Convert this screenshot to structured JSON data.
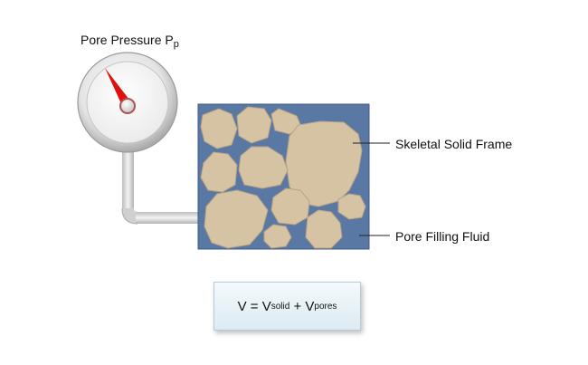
{
  "gauge": {
    "title_main": "Pore Pressure P",
    "title_sub": "p"
  },
  "labels": {
    "solid": "Skeletal Solid Frame",
    "fluid": "Pore Filling Fluid"
  },
  "formula": {
    "lhs": "V = V",
    "solid_sub": "solid",
    "plus": " + V",
    "pores_sub": "pores"
  },
  "colors": {
    "fluid": "#5a78a4",
    "grain": "#d6c3a4",
    "needle": "#e01010",
    "pipe": "#d8d8d8",
    "formula_bg": "#e6f1f7"
  },
  "icons": {
    "gauge": "pressure-gauge-icon"
  }
}
